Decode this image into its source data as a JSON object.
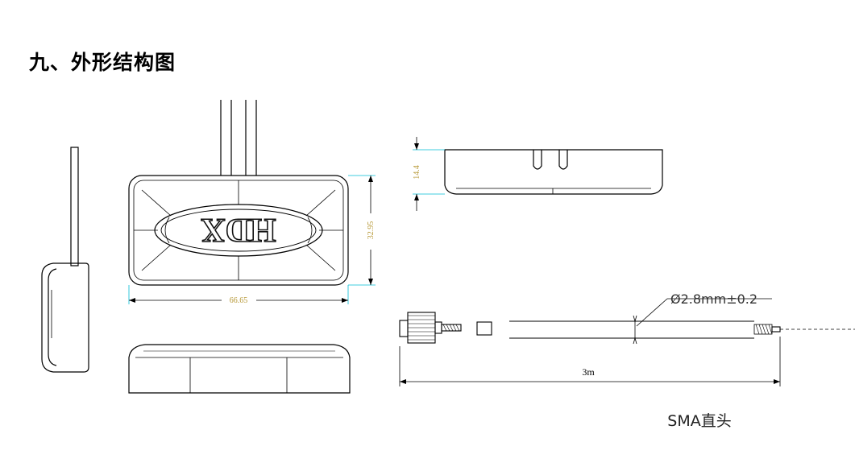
{
  "heading": "九、外形结构图",
  "top_view": {
    "logo_text": "HDX",
    "width_dim": "66.65",
    "height_dim": "32.95"
  },
  "front_view": {
    "height_dim": "14.4"
  },
  "cable": {
    "diameter_callout": "Ø2.8mm±0.2",
    "length_dim": "3m",
    "connector_caption": "SMA直头"
  },
  "colors": {
    "dimension": "#b89a3a",
    "extension_line": "#00bcd4",
    "outline": "#000000"
  }
}
